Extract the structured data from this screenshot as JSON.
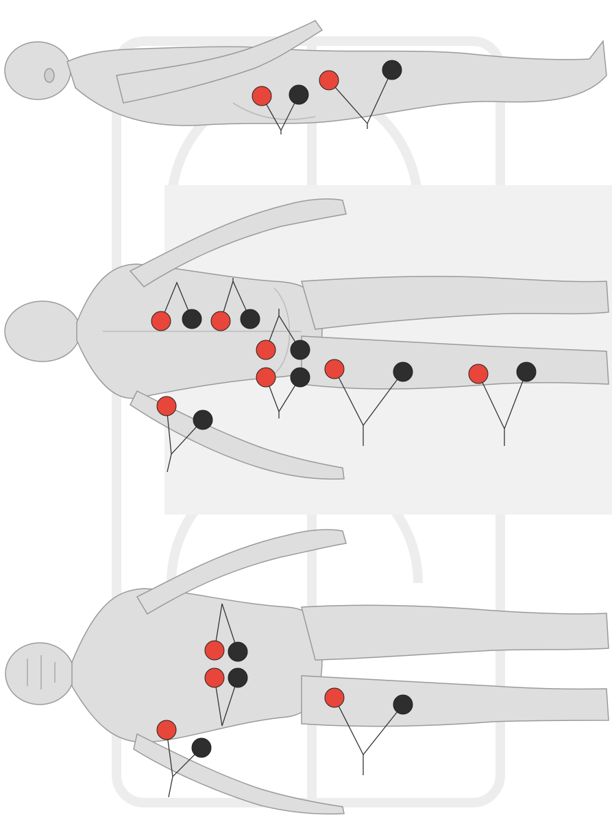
{
  "colors": {
    "background": "#ffffff",
    "watermark": "#ececec",
    "body_skin": "#dedede",
    "body_outline": "#9a9a9a",
    "body_shadow": "#c4c4c4",
    "active_electrode": "#e8463a",
    "reference_electrode": "#2e2e2e",
    "lead_wire": "#333333"
  },
  "figures": [
    {
      "view": "side",
      "electrode_pairs": [
        {
          "region": "lower-back"
        },
        {
          "region": "buttock-hamstring"
        }
      ]
    },
    {
      "view": "back",
      "electrode_pairs": [
        {
          "region": "left-upper-back"
        },
        {
          "region": "left-lower-back"
        },
        {
          "region": "upper-gluteal"
        },
        {
          "region": "lower-gluteal"
        },
        {
          "region": "hamstring"
        },
        {
          "region": "calf"
        },
        {
          "region": "forearm"
        }
      ]
    },
    {
      "view": "front",
      "electrode_pairs": [
        {
          "region": "upper-abdomen"
        },
        {
          "region": "lower-abdomen"
        },
        {
          "region": "thigh"
        },
        {
          "region": "forearm"
        }
      ]
    }
  ]
}
